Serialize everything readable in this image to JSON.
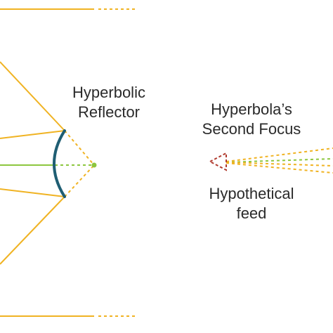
{
  "labels": {
    "reflector_line1": "Hyperbolic",
    "reflector_line2": "Reflector",
    "focus_line1": "Hyperbola’s",
    "focus_line2": "Second Focus",
    "feed_line1": "Hypothetical",
    "feed_line2": "feed"
  },
  "colors": {
    "ray": "#f0b323",
    "axis": "#8dc63f",
    "reflector": "#1f5e73",
    "feed": "#b03a2e",
    "text": "#2a2a2a",
    "background": "#ffffff"
  }
}
